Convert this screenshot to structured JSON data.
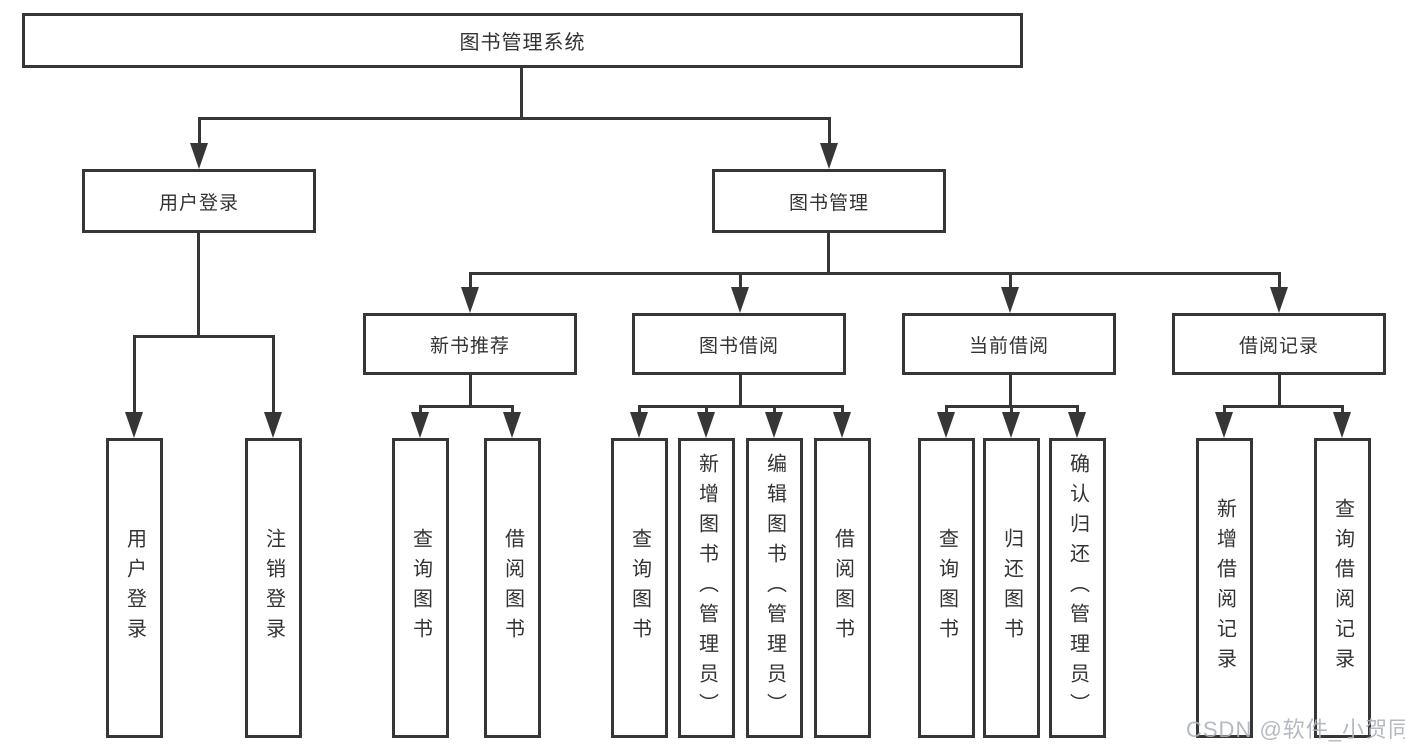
{
  "tree": {
    "root": {
      "label": "图书管理系统"
    },
    "branches": [
      {
        "label": "用户登录",
        "children": [
          {
            "label": "用户登录"
          },
          {
            "label": "注销登录"
          }
        ]
      },
      {
        "label": "图书管理",
        "sections": [
          {
            "label": "新书推荐",
            "children": [
              {
                "label": "查询图书"
              },
              {
                "label": "借阅图书"
              }
            ]
          },
          {
            "label": "图书借阅",
            "children": [
              {
                "label": "查询图书"
              },
              {
                "label": "新增图书（管理员）"
              },
              {
                "label": "编辑图书（管理员）"
              },
              {
                "label": "借阅图书"
              }
            ]
          },
          {
            "label": "当前借阅",
            "children": [
              {
                "label": "查询图书"
              },
              {
                "label": "归还图书"
              },
              {
                "label": "确认归还（管理员）"
              }
            ]
          },
          {
            "label": "借阅记录",
            "children": [
              {
                "label": "新增借阅记录"
              },
              {
                "label": "查询借阅记录"
              }
            ]
          }
        ]
      }
    ]
  },
  "watermark": {
    "text": "CSDN @软件_小贺同学"
  },
  "colors": {
    "line": "#363636",
    "text": "#333333",
    "watermark": "#acb3ba"
  }
}
